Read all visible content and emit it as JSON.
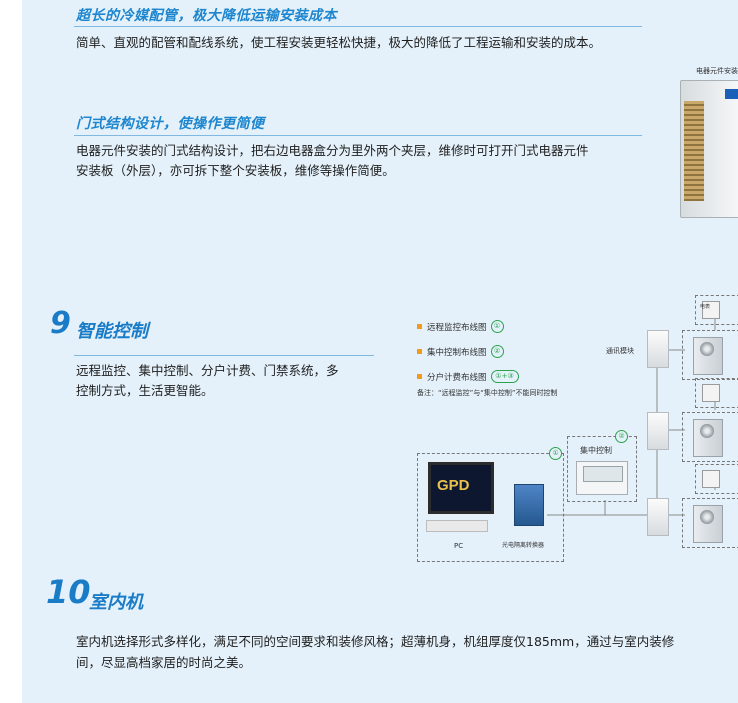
{
  "sections": {
    "pipe": {
      "title": "超长的冷媒配管，极大降低运输安装成本",
      "text": "简单、直观的配管和配线系统，使工程安装更轻松快捷，极大的降低了工程运输和安装的成本。"
    },
    "door": {
      "title": "门式结构设计，使操作更简便",
      "line1": "电器元件安装的门式结构设计，把右边电器盒分为里外两个夹层，维修时可打开门式电器元件",
      "line2": "安装板（外层），亦可拆下整个安装板，维修等操作简便。"
    },
    "smart": {
      "number": "9",
      "title": "智能控制",
      "line1": "远程监控、集中控制、分户计费、门禁系统，多",
      "line2": "控制方式，生活更智能。"
    },
    "indoor": {
      "number": "10",
      "title": "室内机",
      "line1": "室内机选择形式多样化，满足不同的空间要求和装修风格；超薄机身，机组厚度仅185mm，通过与室内装修",
      "line2": "间，尽显高档家居的时尚之美。"
    }
  },
  "product_image": {
    "caption": "电器元件安装",
    "icon": "outdoor-unit-photo"
  },
  "diagram": {
    "legend": [
      {
        "label": "远程监控布线图",
        "marker": "①"
      },
      {
        "label": "集中控制布线图",
        "marker": "②"
      },
      {
        "label": "分户计费布线图",
        "marker": "①+③"
      }
    ],
    "note": "备注：“远程监控”与“集中控制”不能同时控制",
    "comm_module": "通讯模块",
    "central_control": "集中控制",
    "pc_label": "PC",
    "converter_label": "光电隔离转换器",
    "screen_logo": "GPD",
    "meter_label": "电表",
    "marker_1": "①",
    "marker_2": "②"
  },
  "colors": {
    "accent": "#1a7cc7",
    "heading": "#1d86cf",
    "legend_square": "#f39a1b",
    "marker": "#2aa34a",
    "background": "#e4f1fa"
  }
}
